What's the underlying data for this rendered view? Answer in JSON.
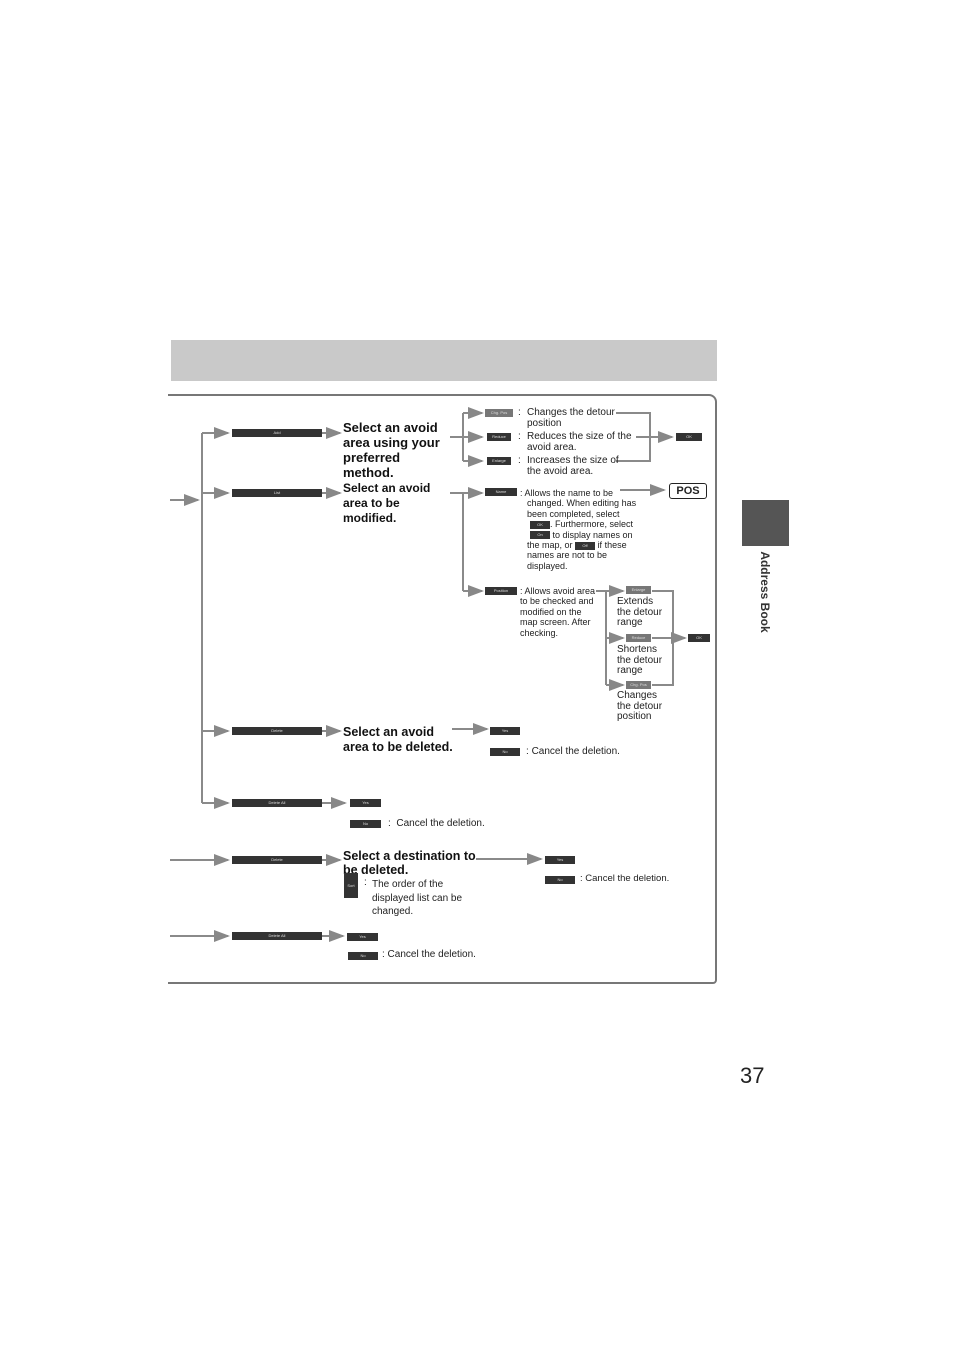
{
  "side_tab": {
    "label": "Address Book"
  },
  "page_number": "37",
  "buttons": {
    "add": "Add",
    "list": "List",
    "delete": "Delete",
    "delete_all": "Delete All",
    "chg_pos": "Chg. Pos",
    "reduce": "Reduce",
    "enlarge": "Enlarge",
    "ok": "OK",
    "name": "Name",
    "position": "Position",
    "yes": "Yes",
    "no": "No",
    "sort": "Sort",
    "on": "On",
    "off": "Off",
    "pos": "POS"
  },
  "add_flow": {
    "instruction": "Select an avoid area using your preferred method.",
    "chg_pos_desc": "Changes the detour position",
    "reduce_desc": "Reduces the size of the avoid area.",
    "enlarge_desc": "Increases the size of the avoid area."
  },
  "list_flow": {
    "instruction": "Select an avoid area to be modified.",
    "name_desc_1": ": Allows the name to be",
    "name_desc_2": "changed. When editing has",
    "name_desc_3": "been completed, select",
    "name_desc_4": ". Furthermore, select",
    "name_desc_5": "to display names on",
    "name_desc_6": "the map, or",
    "name_desc_7": "if these",
    "name_desc_8": "names are not to be",
    "name_desc_9": "displayed.",
    "position_desc": ": Allows avoid area to be checked and modified on the map screen. After checking.",
    "enlarge_desc": "Extends the detour range",
    "reduce_desc": "Shortens the detour range",
    "chg_pos_desc": "Changes the detour position"
  },
  "delete_flow": {
    "instruction": "Select an avoid area to be deleted.",
    "no_desc": "Cancel the deletion."
  },
  "delete_all_flow": {
    "no_desc": "Cancel the deletion."
  },
  "dest_delete_flow": {
    "instruction": "Select a destination to be deleted.",
    "sort_desc": "The order of the displayed list can be changed.",
    "no_desc": ": Cancel the deletion."
  },
  "dest_delete_all_flow": {
    "no_desc": ": Cancel the deletion."
  }
}
